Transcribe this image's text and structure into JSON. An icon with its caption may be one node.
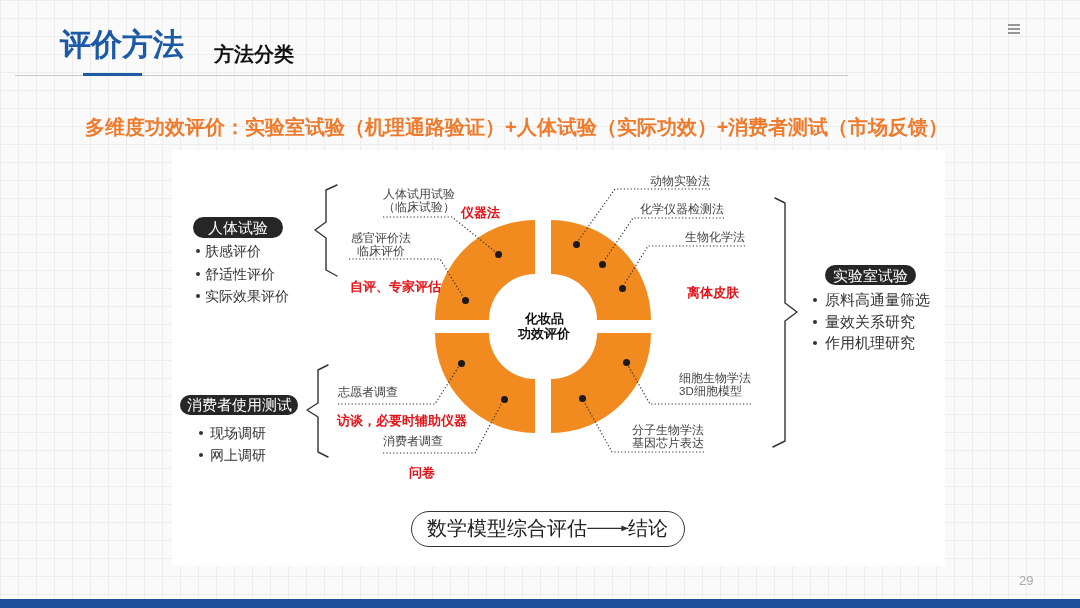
{
  "diagram": {
    "title": "评价方法",
    "nodes": [
      {
        "text": [
          "人体试验"
        ],
        "beside": [
          "肤感评价",
          "舒适性评价",
          "实际效果评价"
        ]
      },
      {
        "text": [
          "人体试用试验（临床试验）"
        ],
        "beside": [
          "仪器法"
        ]
      },
      {
        "text": [
          "感官评价法临床评价"
        ],
        "beside": [
          "自评、专家评估"
        ]
      },
      {
        "text": [
          "动物实验法"
        ]
      },
      {
        "text": [
          "化学仪器检测法"
        ]
      },
      {
        "text": [
          "生物化学法"
        ]
      },
      {
        "text": [],
        "shape": "arc"
      },
      {
        "text": [],
        "shape": "arc",
        "beside": [
          "离体皮肤"
        ]
      },
      {
        "text": [],
        "shape": "circle",
        "in": 6
      },
      {
        "text": [],
        "shape": "circle",
        "in": 6
      },
      {
        "text": [],
        "shape": "circle",
        "in": 7
      },
      {
        "text": [],
        "shape": "circle",
        "in": 7
      },
      {
        "text": [],
        "shape": "circle",
        "in": 7
      },
      {
        "text": [
          "化妆品功效评价"
        ]
      },
      {
        "text": [
          "实验室试验"
        ],
        "beside": [
          "原料高通量筛选",
          "量效关系研究",
          "作用机理研究"
        ]
      },
      {
        "text": [],
        "shape": "arc"
      },
      {
        "text": [],
        "shape": "arc"
      },
      {
        "text": [],
        "shape": "circle",
        "in": 15
      },
      {
        "text": [],
        "shape": "circle",
        "in": 15
      },
      {
        "text": [],
        "shape": "circle",
        "in": 16
      },
      {
        "text": [],
        "shape": "circle",
        "in": 16
      },
      {
        "text": [
          "细胞生物学法3D细胞模型"
        ]
      },
      {
        "text": [
          "消费者使用测试"
        ],
        "beside": [
          "现场调研",
          "网上调研"
        ]
      },
      {
        "text": [
          "志愿者调查"
        ],
        "beside": [
          "访谈，必要时辅助仪器"
        ]
      },
      {
        "text": [
          "消费者调查"
        ],
        "beside": [
          "问卷"
        ]
      },
      {
        "text": [
          "分子生物学法基因芯片表达"
        ]
      },
      {
        "text": [],
        "shape": "box"
      },
      {
        "text": [
          "数学模型综合评估"
        ],
        "in": 26
      },
      {
        "text": [
          "结论"
        ],
        "in": 26
      }
    ],
    "edges": [
      {
        "from": 1,
        "to": 8,
        "arrow": "none",
        "style": "dashed"
      },
      {
        "from": 2,
        "to": 9,
        "arrow": "none",
        "style": "dashed"
      },
      {
        "from": 3,
        "to": 10,
        "arrow": "none",
        "style": "dashed"
      },
      {
        "from": 4,
        "to": 11,
        "arrow": "none",
        "style": "dashed"
      },
      {
        "from": 5,
        "to": 12,
        "arrow": "none",
        "style": "dashed"
      },
      {
        "from": 21,
        "to": 19,
        "arrow": "none",
        "style": "dashed"
      },
      {
        "from": 25,
        "to": 20,
        "arrow": "none",
        "style": "dashed"
      },
      {
        "from": 23,
        "to": 17,
        "arrow": "none",
        "style": "dashed"
      },
      {
        "from": 24,
        "to": 18,
        "arrow": "none",
        "style": "dashed"
      },
      {
        "from": 27,
        "to": 28,
        "arrow": "to"
      }
    ],
    "labels": [
      "方法分类",
      "多维度功效评价：实验室试验（机理通路验证）+人体试验（实际功效）+消费者测试（市场反馈）",
      "29"
    ]
  }
}
